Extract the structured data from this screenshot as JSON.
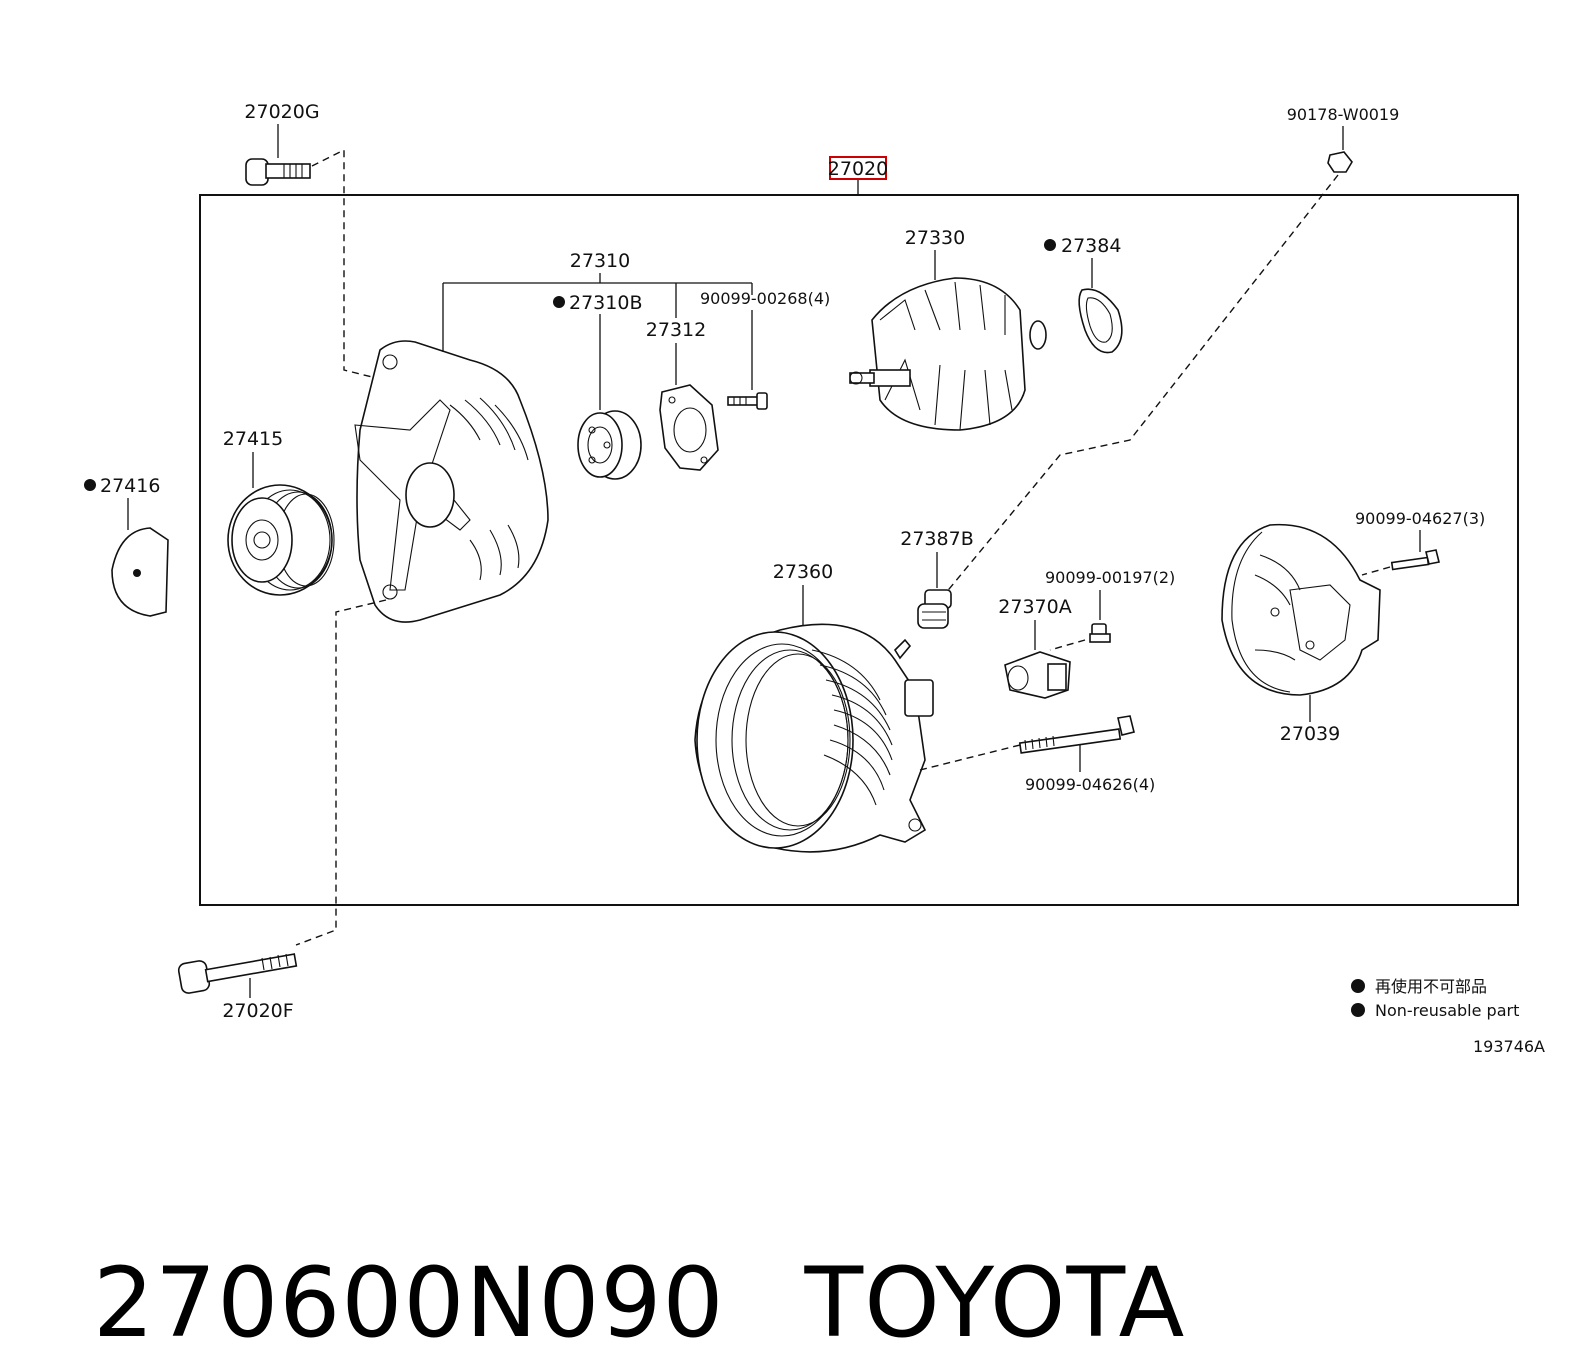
{
  "diagram": {
    "assembly_number": "27020",
    "drawing_id": "193746A",
    "callouts": {
      "p27020G": "27020G",
      "p27020F": "27020F",
      "p90178W0019": "90178-W0019",
      "p27310": "27310",
      "p27310B": "27310B",
      "p27312": "27312",
      "p90099_00268": "90099-00268(4)",
      "p27330": "27330",
      "p27384": "27384",
      "p27415": "27415",
      "p27416": "27416",
      "p27387B": "27387B",
      "p27360": "27360",
      "p90099_00197": "90099-00197(2)",
      "p27370A": "27370A",
      "p90099_04627": "90099-04627(3)",
      "p27039": "27039",
      "p90099_04626": "90099-04626(4)"
    },
    "legend": {
      "japanese": "再使用不可部品",
      "english": "Non-reusable part"
    },
    "highlight_color": "#cc0000"
  },
  "footer": {
    "part_number": "270600N090",
    "brand": "TOYOTA"
  }
}
